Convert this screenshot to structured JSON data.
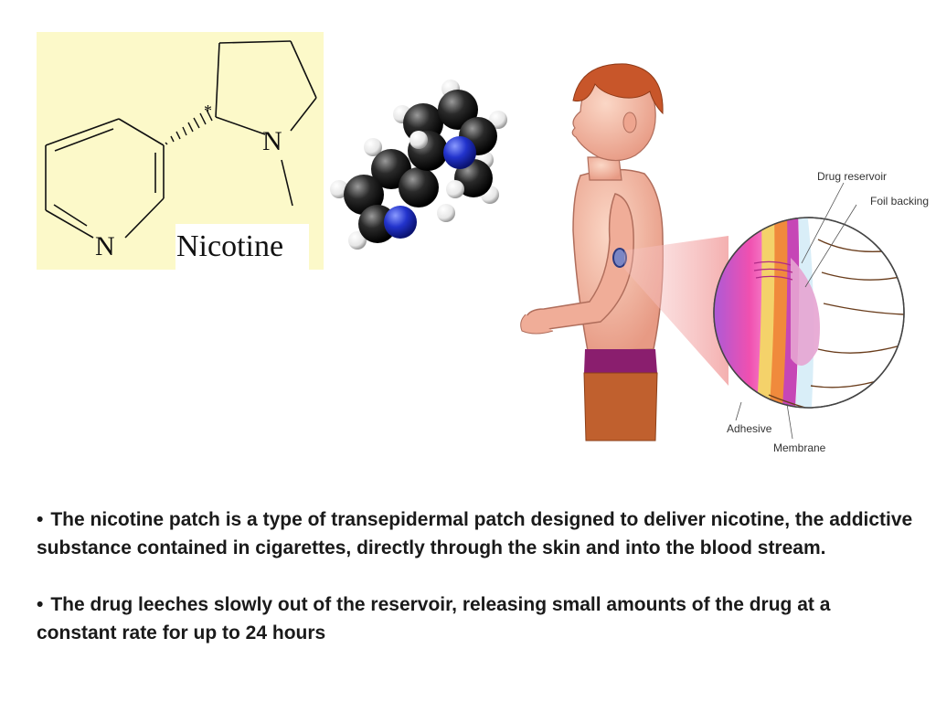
{
  "structure": {
    "name": "Nicotine",
    "atom_n_ring": "N",
    "atom_n_pyridine": "N",
    "stereo_mark": "*"
  },
  "diagram": {
    "labels": {
      "drug_reservoir": "Drug reservoir",
      "foil_backing": "Foil backing",
      "adhesive": "Adhesive",
      "membrane": "Membrane"
    }
  },
  "bullets": [
    {
      "mark": "•",
      "text": "The nicotine patch is a type of transepidermal patch designed to deliver nicotine, the addictive substance contained in cigarettes, directly through the skin and into the blood stream."
    },
    {
      "mark": "•",
      "text": "The drug leeches slowly out of the reservoir, releasing small amounts of the drug at a constant rate for up to 24 hours"
    }
  ],
  "colors": {
    "panel_background": "#fcf9c9",
    "carbon_atom": "#111111",
    "nitrogen_atom": "#2233cc",
    "hydrogen_atom": "#f2f2f2",
    "skin": "#f2b6a2",
    "hair": "#c8562a",
    "pants": "#c0602e"
  },
  "icons": [
    "structural-formula",
    "molecule-model",
    "patient-figure",
    "patch-cross-section"
  ]
}
